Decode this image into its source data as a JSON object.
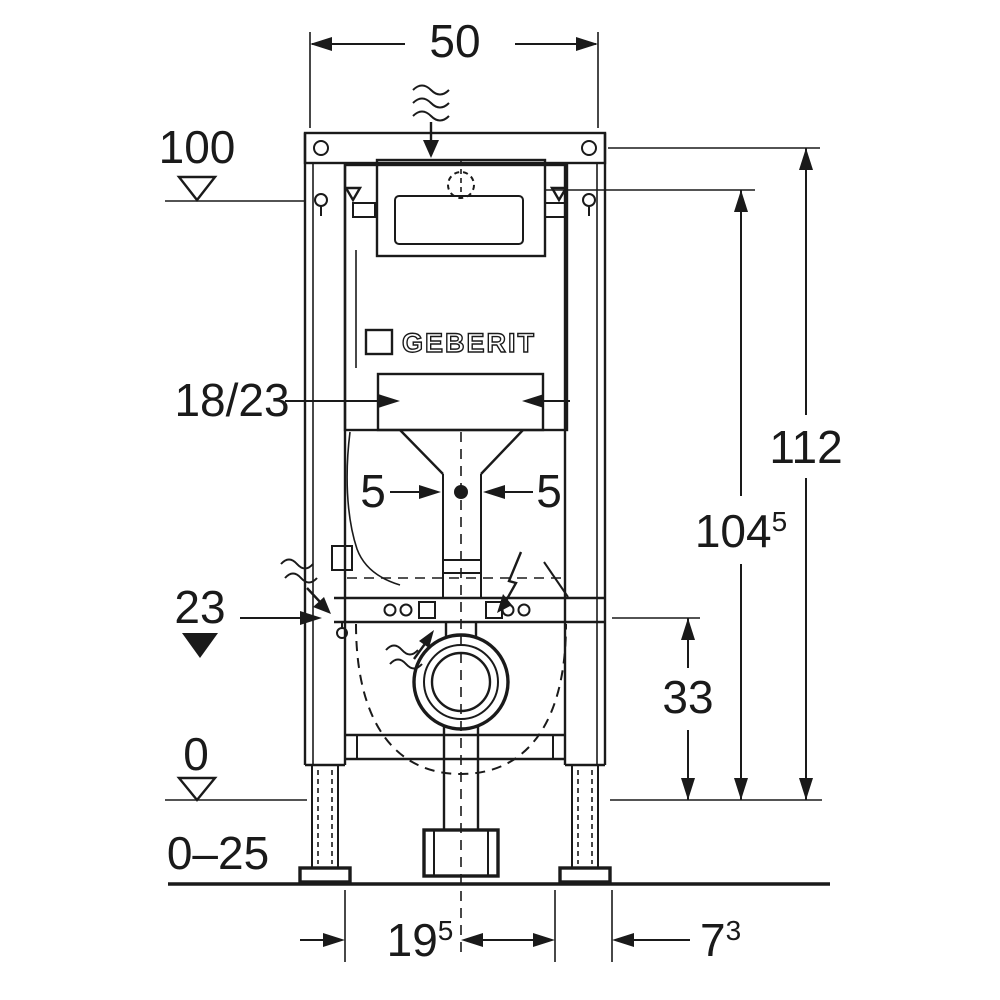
{
  "drawing": {
    "brand_logo": "GEBERIT",
    "dims": {
      "width": "50",
      "datum_top": "100",
      "total_height": "112",
      "actuator_height": {
        "main": "104",
        "sup": "5"
      },
      "flush_bend": "18/23",
      "offset_left": "5",
      "offset_right": "5",
      "datum_mid": "23",
      "drain_height": "33",
      "datum_floor": "0",
      "floor_range": "0–25",
      "bottom_left": {
        "main": "19",
        "sup": "5"
      },
      "bottom_right": {
        "main": "7",
        "sup": "3"
      }
    }
  }
}
